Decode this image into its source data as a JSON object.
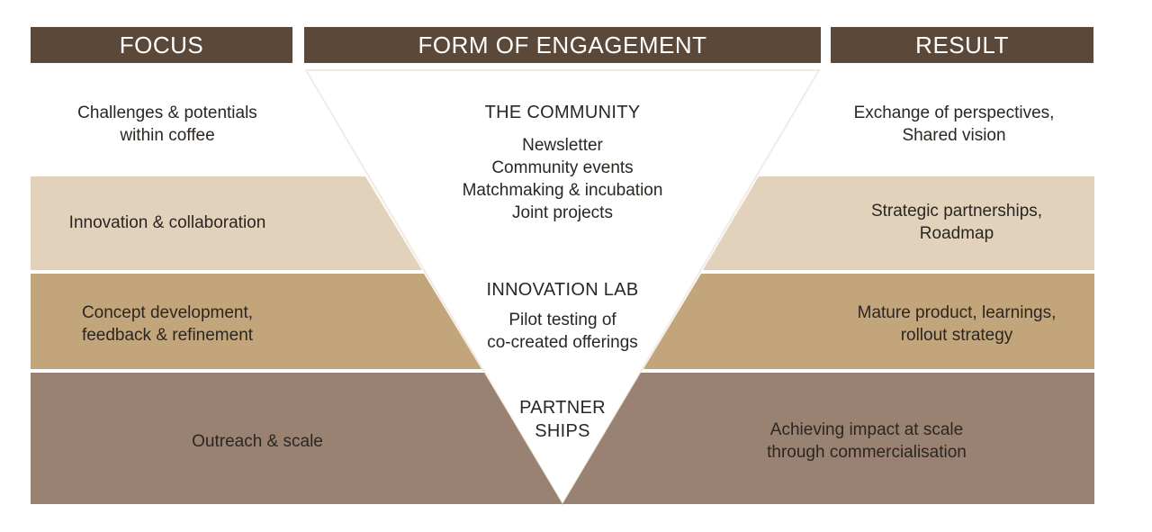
{
  "headers": {
    "focus": "FOCUS",
    "form": "FORM OF ENGAGEMENT",
    "result": "RESULT"
  },
  "tiers": [
    {
      "focus": [
        "Challenges & potentials",
        "within coffee"
      ],
      "result": [
        "Exchange of perspectives,",
        "Shared vision"
      ]
    },
    {
      "focus": [
        "Innovation & collaboration"
      ],
      "result": [
        "Strategic partnerships,",
        "Roadmap"
      ]
    },
    {
      "focus": [
        "Concept development,",
        "feedback & refinement"
      ],
      "result": [
        "Mature product, learnings,",
        "rollout strategy"
      ]
    },
    {
      "focus": [
        "Outreach & scale"
      ],
      "result": [
        "Achieving impact at scale",
        "through commercialisation"
      ]
    }
  ],
  "funnel": {
    "community": {
      "title": "THE COMMUNITY",
      "items": [
        "Newsletter",
        "Community events",
        "Matchmaking & incubation",
        "Joint projects"
      ]
    },
    "innovation_lab": {
      "title": "INNOVATION LAB",
      "items": [
        "Pilot testing of",
        "co-created offerings"
      ]
    },
    "partnerships": {
      "title": [
        "PARTNER",
        "SHIPS"
      ]
    }
  },
  "colors": {
    "header": "#5b4838",
    "tier2": "#e2d1bb",
    "tier3": "#c3a57b",
    "tier4": "#9a8272",
    "funnel": "#ffffff"
  }
}
